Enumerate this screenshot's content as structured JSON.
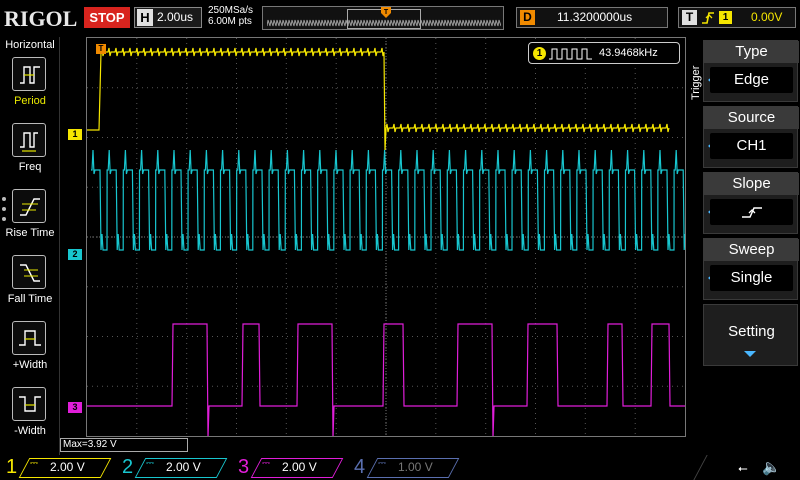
{
  "topbar": {
    "brand": "RIGOL",
    "run_state": "STOP",
    "timebase_letter": "H",
    "timebase_value": "2.00us",
    "sample_rate": "250MSa/s",
    "memory_depth": "6.00M pts",
    "delay_letter": "D",
    "delay_value": "11.3200000us",
    "trigger_letter": "T",
    "trigger_source_number": "1",
    "trigger_level": "0.00V"
  },
  "left_panel": {
    "title": "Horizontal",
    "items": [
      {
        "label": "Period",
        "icon": "period-icon"
      },
      {
        "label": "Freq",
        "icon": "freq-icon"
      },
      {
        "label": "Rise Time",
        "icon": "rise-time-icon"
      },
      {
        "label": "Fall Time",
        "icon": "fall-time-icon"
      },
      {
        "label": "+Width",
        "icon": "plus-width-icon"
      },
      {
        "label": "-Width",
        "icon": "minus-width-icon"
      }
    ]
  },
  "screen": {
    "ch1_marker": "1",
    "ch2_marker": "2",
    "ch3_marker": "3",
    "trig_marker": "T",
    "measurement_channel": "1",
    "measurement_value": "43.9468kHz",
    "max_readout": "Max=3.92 V"
  },
  "right_menu": {
    "tab_label": "Trigger",
    "type": {
      "title": "Type",
      "value": "Edge"
    },
    "source": {
      "title": "Source",
      "value": "CH1"
    },
    "slope": {
      "title": "Slope",
      "value": "rising-edge-icon"
    },
    "sweep": {
      "title": "Sweep",
      "value": "Single"
    },
    "setting": {
      "title": "Setting"
    }
  },
  "channels": [
    {
      "number": "1",
      "scale": "2.00 V",
      "color": "#f5e600"
    },
    {
      "number": "2",
      "scale": "2.00 V",
      "color": "#18c6cf"
    },
    {
      "number": "3",
      "scale": "2.00 V",
      "color": "#e01ed9"
    },
    {
      "number": "4",
      "scale": "1.00 V",
      "color": "#5a6fb0"
    }
  ],
  "colors": {
    "ch1": "#f5e600",
    "ch2": "#18c6cf",
    "ch3": "#e01ed9",
    "ch4": "#5a6fb0",
    "stop": "#d8241e",
    "accent": "#4ab7ff",
    "delay": "#f08a00"
  }
}
